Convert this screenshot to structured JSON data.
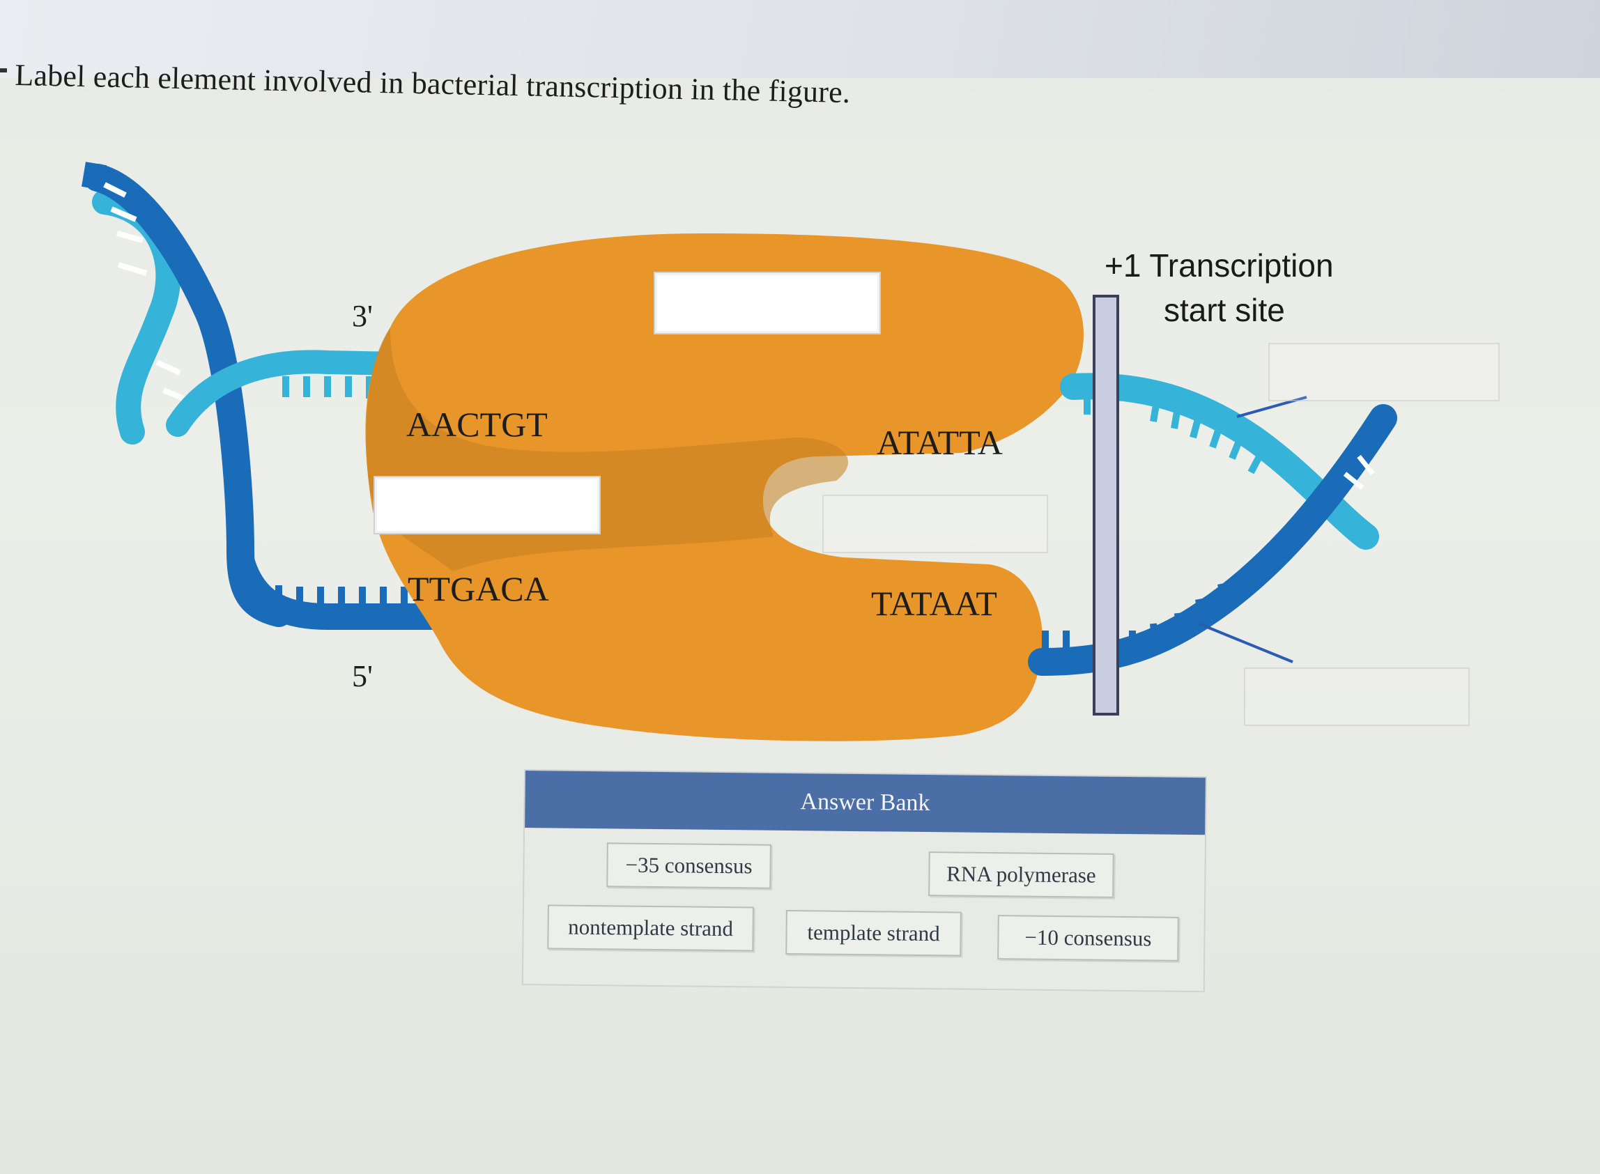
{
  "question": "Label each element involved in bacterial transcription in the figure.",
  "figure": {
    "strand_3prime": "3'",
    "strand_5prime": "5'",
    "seq_top_left": "AACTGT",
    "seq_bottom_left": "TTGACA",
    "seq_top_right": "ATATTA",
    "seq_bottom_right": "TATAAT",
    "start_site_line1": "+1 Transcription",
    "start_site_line2": "start site"
  },
  "answer_bank": {
    "title": "Answer Bank",
    "items": [
      "−35 consensus",
      "RNA polymerase",
      "nontemplate strand",
      "template strand",
      "−10 consensus"
    ]
  },
  "colors": {
    "polymerase": "#e8962a",
    "strand_dark": "#1a6cb8",
    "strand_light": "#35b3d8",
    "answer_bank_header": "#4b6ea6"
  }
}
